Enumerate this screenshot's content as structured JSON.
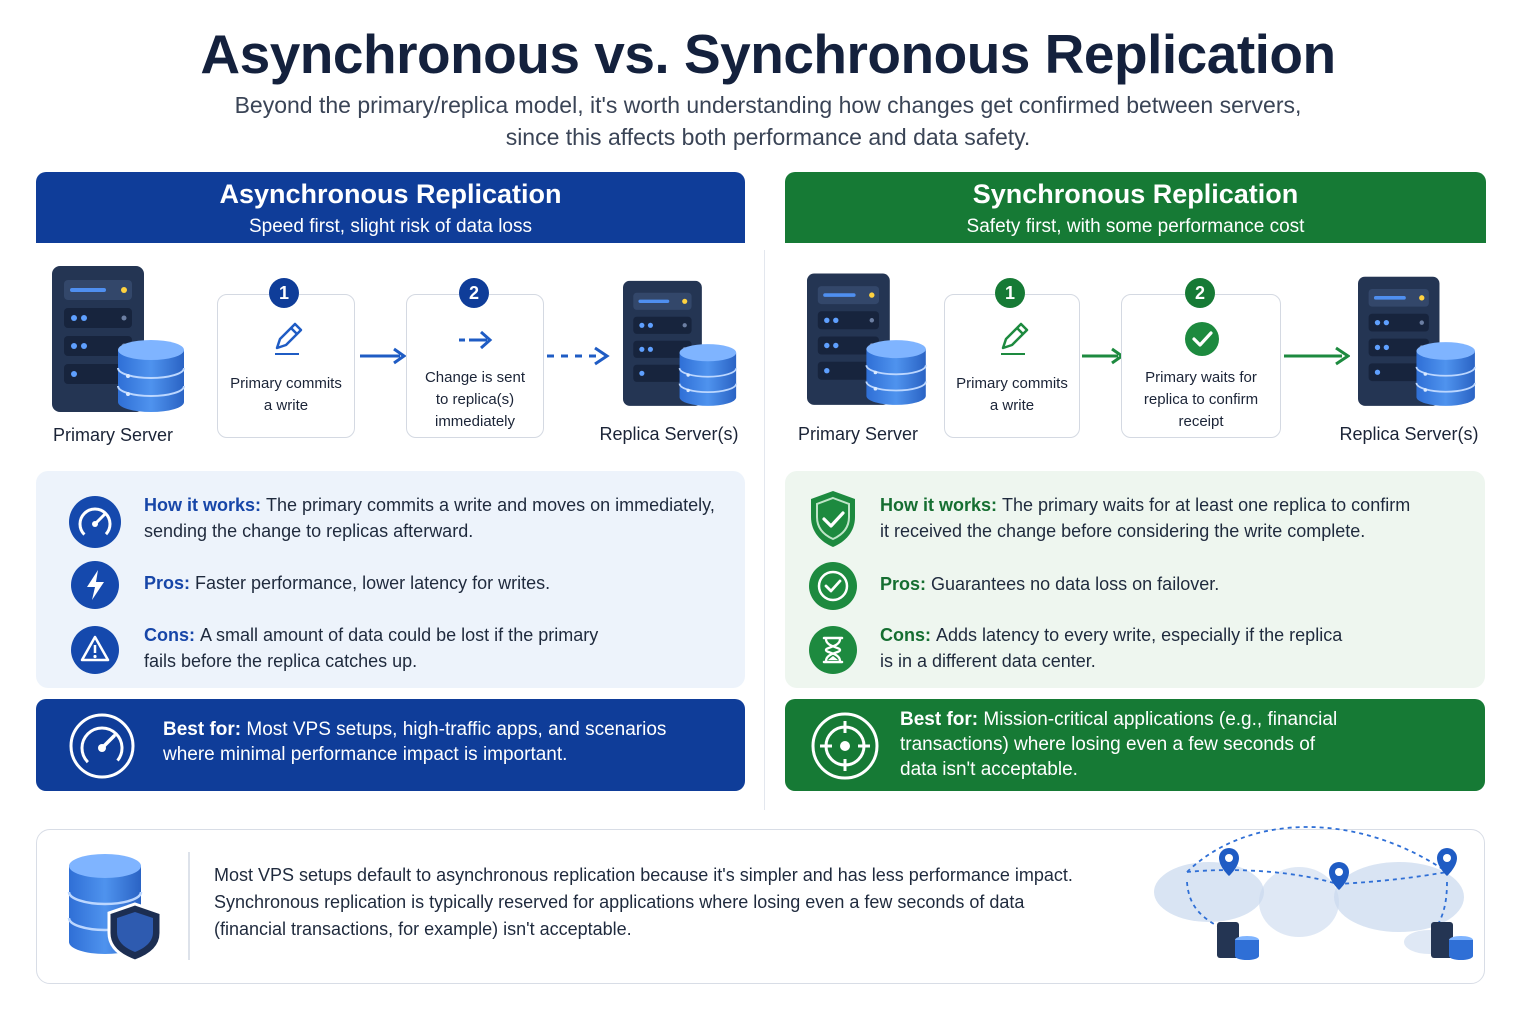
{
  "title": "Asynchronous vs. Synchronous Replication",
  "subtitle_line1": "Beyond the primary/replica model, it's worth understanding how changes get confirmed between servers,",
  "subtitle_line2": "since this affects both performance and data safety.",
  "colors": {
    "async_blue": "#0f3d99",
    "sync_green": "#167a35",
    "async_info_bg": "#edf3fb",
    "sync_info_bg": "#eef6ef"
  },
  "async": {
    "header_title": "Asynchronous Replication",
    "header_sub": "Speed first, slight risk of data loss",
    "primary_label": "Primary Server",
    "replica_label": "Replica Server(s)",
    "steps": [
      {
        "num": "1",
        "icon": "pencil-icon",
        "lines": [
          "Primary commits",
          "a write"
        ]
      },
      {
        "num": "2",
        "icon": "arrow-right-icon",
        "lines": [
          "Change is sent",
          "to replica(s)",
          "immediately"
        ]
      }
    ],
    "how_label": "How it works:",
    "how_line1": "The primary commits a write and moves on immediately,",
    "how_line2": "sending the change to replicas afterward.",
    "pros_label": "Pros:",
    "pros_text": "Faster performance, lower latency for writes.",
    "cons_label": "Cons:",
    "cons_line1": "A small amount of data could be lost if the primary",
    "cons_line2": "fails before the replica catches up.",
    "best_label": "Best for:",
    "best_line1": "Most VPS setups, high-traffic apps, and scenarios",
    "best_line2": "where minimal performance impact is important."
  },
  "sync": {
    "header_title": "Synchronous Replication",
    "header_sub": "Safety first, with some performance cost",
    "primary_label": "Primary Server",
    "replica_label": "Replica Server(s)",
    "steps": [
      {
        "num": "1",
        "icon": "pencil-icon",
        "lines": [
          "Primary commits",
          "a write"
        ]
      },
      {
        "num": "2",
        "icon": "check-circle-icon",
        "lines": [
          "Primary waits for",
          "replica to confirm",
          "receipt"
        ]
      }
    ],
    "how_label": "How it works:",
    "how_line1": "The primary waits for at least one replica to confirm",
    "how_line2": "it received the change before considering the write complete.",
    "pros_label": "Pros:",
    "pros_text": "Guarantees no data loss on failover.",
    "cons_label": "Cons:",
    "cons_line1": "Adds latency to every write, especially if the replica",
    "cons_line2": "is in a different data center.",
    "best_label": "Best for:",
    "best_line1": "Mission-critical applications (e.g., financial",
    "best_line2": "transactions) where losing even a few seconds of",
    "best_line3": "data isn't acceptable."
  },
  "note_line1": "Most VPS setups default to asynchronous replication because it's simpler and has less performance impact.",
  "note_line2": "Synchronous replication is typically reserved for applications where losing even a few seconds of data",
  "note_line3": "(financial transactions, for example) isn't acceptable."
}
